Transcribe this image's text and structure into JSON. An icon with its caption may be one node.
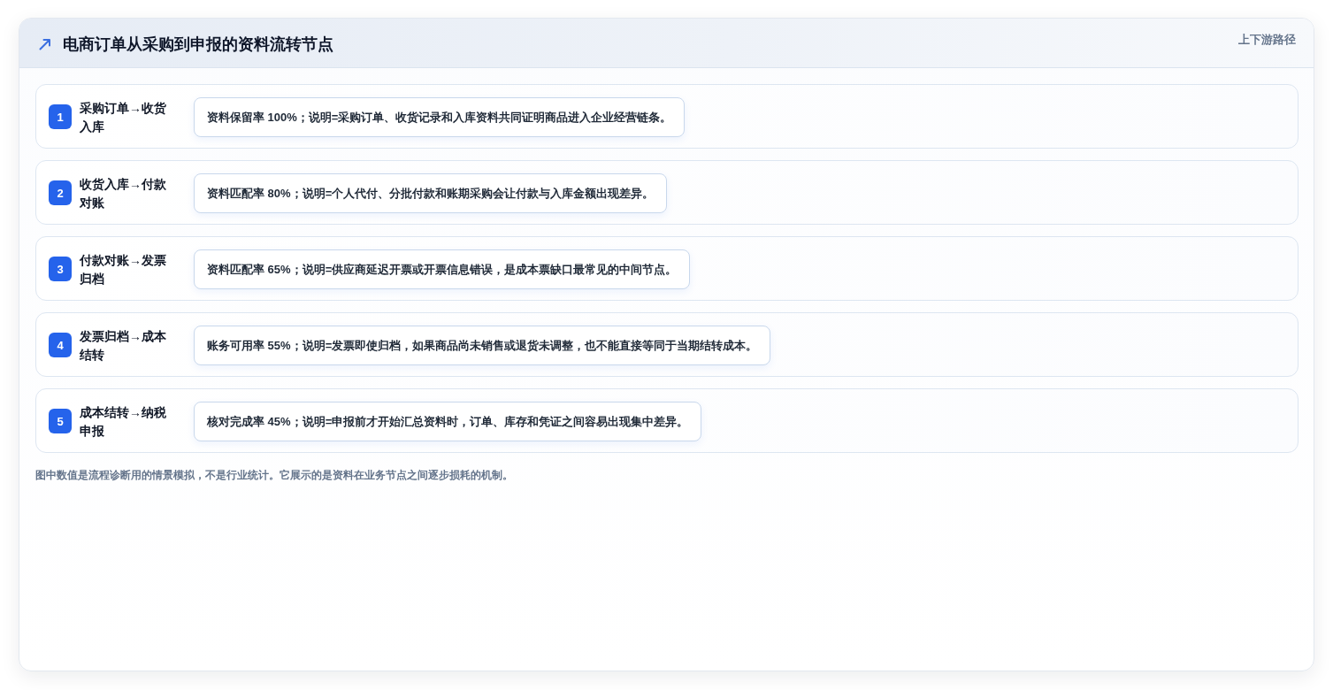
{
  "diagram": {
    "title": "电商订单从采购到申报的资料流转节点",
    "caption": "图中数值是流程诊断用的情景模拟，不是行业统计。它展示的是资料在业务节点之间逐步损耗的机制。",
    "nodes": [
      {
        "text": [
          "采购订单→收货入库"
        ]
      },
      {
        "text": [
          "1"
        ],
        "in": 0
      },
      {
        "text": [
          "资料保留率 100%；说明=采购订单、收货记录和入库资料共同证明商品进入企业经营链条。"
        ],
        "in": 0
      },
      {
        "text": [
          "收货入库→付款对账"
        ]
      },
      {
        "text": [
          "2"
        ],
        "in": 3
      },
      {
        "text": [
          "资料匹配率 80%；说明=个人代付、分批付款和账期采购会让付款与入库金额出现差异。"
        ],
        "in": 3
      },
      {
        "text": [
          "付款对账→发票归档"
        ]
      },
      {
        "text": [
          "3"
        ],
        "in": 6
      },
      {
        "text": [
          "资料匹配率 65%；说明=供应商延迟开票或开票信息错误，是成本票缺口最常见的中间节点。"
        ],
        "in": 6
      },
      {
        "text": [
          "发票归档→成本结转"
        ]
      },
      {
        "text": [
          "4"
        ],
        "in": 9
      },
      {
        "text": [
          "账务可用率 55%；说明=发票即使归档，如果商品尚未销售或退货未调整，也不能直接等同于当期结转成本。"
        ],
        "in": 9
      },
      {
        "text": [
          "成本结转→纳税申报"
        ]
      },
      {
        "text": [
          "5"
        ],
        "in": 12
      },
      {
        "text": [
          "核对完成率 45%；说明=申报前才开始汇总资料时，订单、库存和凭证之间容易出现集中差异。"
        ],
        "in": 12
      }
    ],
    "labels": [
      "上下游路径"
    ]
  }
}
